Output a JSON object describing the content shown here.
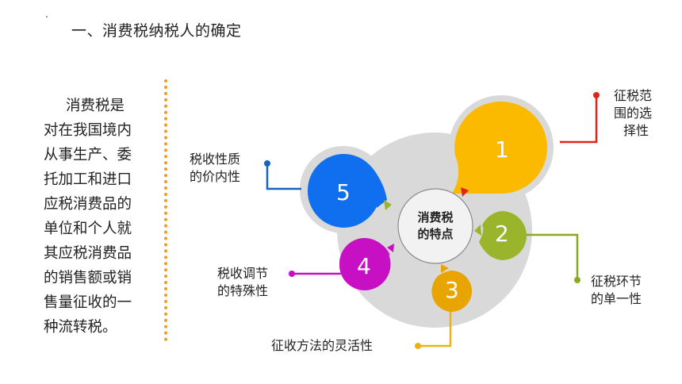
{
  "header": {
    "title": "一、消费税纳税人的确定"
  },
  "definition": {
    "lines": [
      "消费税是",
      "对在我国境内",
      "从事生产、委",
      "托加工和进口",
      "应税消费品的",
      "单位和个人就",
      "其应税消费品",
      "的销售额或销",
      "售量征收的一",
      "种流转税。"
    ]
  },
  "diagram": {
    "center": {
      "line1": "消费税",
      "line2": "的特点"
    },
    "items": [
      {
        "number": "1",
        "color": "#fbb900",
        "line_color": "#e2231a",
        "label_lines": [
          "征税范",
          "围的选",
          "择性"
        ]
      },
      {
        "number": "2",
        "color": "#9ab52c",
        "line_color": "#8aa822",
        "label_lines": [
          "征税环节",
          "的单一性"
        ]
      },
      {
        "number": "3",
        "color": "#e8a400",
        "line_color": "#eeb111",
        "label_lines": [
          "征收方法的灵活性"
        ]
      },
      {
        "number": "4",
        "color": "#c70fc4",
        "line_color": "#c70fc4",
        "label_lines": [
          "税收调节",
          "的特殊性"
        ]
      },
      {
        "number": "5",
        "color": "#0f6fef",
        "line_color": "#1565c0",
        "label_lines": [
          "税收性质",
          "的价内性"
        ]
      }
    ]
  }
}
